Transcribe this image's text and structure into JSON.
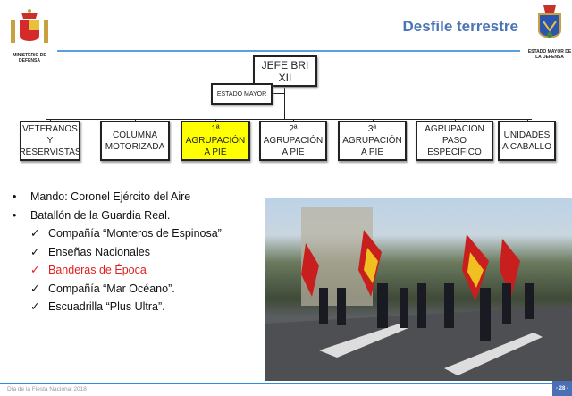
{
  "header": {
    "title": "Desfile terrestre",
    "logo_left_caption": "MINISTERIO DE DEFENSA",
    "logo_right_caption": "ESTADO MAYOR DE LA DEFENSA"
  },
  "org": {
    "top": [
      "JEFE BRI",
      "XII"
    ],
    "staff": "ESTADO MAYOR",
    "units": [
      {
        "lines": [
          "VETERANOS",
          "Y",
          "RESERVISTAS"
        ],
        "highlight": false
      },
      {
        "lines": [
          "COLUMNA",
          "MOTORIZADA"
        ],
        "highlight": false
      },
      {
        "lines": [
          "1ª",
          "AGRUPACIÓN",
          "A PIE"
        ],
        "highlight": true
      },
      {
        "lines": [
          "2ª",
          "AGRUPACIÓN",
          "A PIE"
        ],
        "highlight": false
      },
      {
        "lines": [
          "3ª",
          "AGRUPACIÓN",
          "A PIE"
        ],
        "highlight": false
      },
      {
        "lines": [
          "AGRUPACION",
          "PASO",
          "ESPECÍFICO"
        ],
        "highlight": false
      },
      {
        "lines": [
          "UNIDADES",
          "A CABALLO"
        ],
        "highlight": false
      }
    ],
    "highlight_color": "#ffff00"
  },
  "bullets": [
    {
      "text": "Mando: Coronel Ejército del Aire",
      "marker": "•",
      "level": 0
    },
    {
      "text": "Batallón de la Guardia Real.",
      "marker": "•",
      "level": 0
    },
    {
      "text": "Compañía “Monteros de Espinosa”",
      "marker": "✓",
      "level": 1
    },
    {
      "text": "Enseñas Nacionales",
      "marker": "✓",
      "level": 1
    },
    {
      "text": "Banderas de Época",
      "marker": "✓",
      "level": 1,
      "color": "#e02020"
    },
    {
      "text": "Compañía “Mar Océano”.",
      "marker": "✓",
      "level": 1
    },
    {
      "text": "Escuadrilla “Plus Ultra”.",
      "marker": "✓",
      "level": 1
    }
  ],
  "footer": {
    "text": "Día de la Fiesta Nacional 2018",
    "page": "- 28 -"
  }
}
